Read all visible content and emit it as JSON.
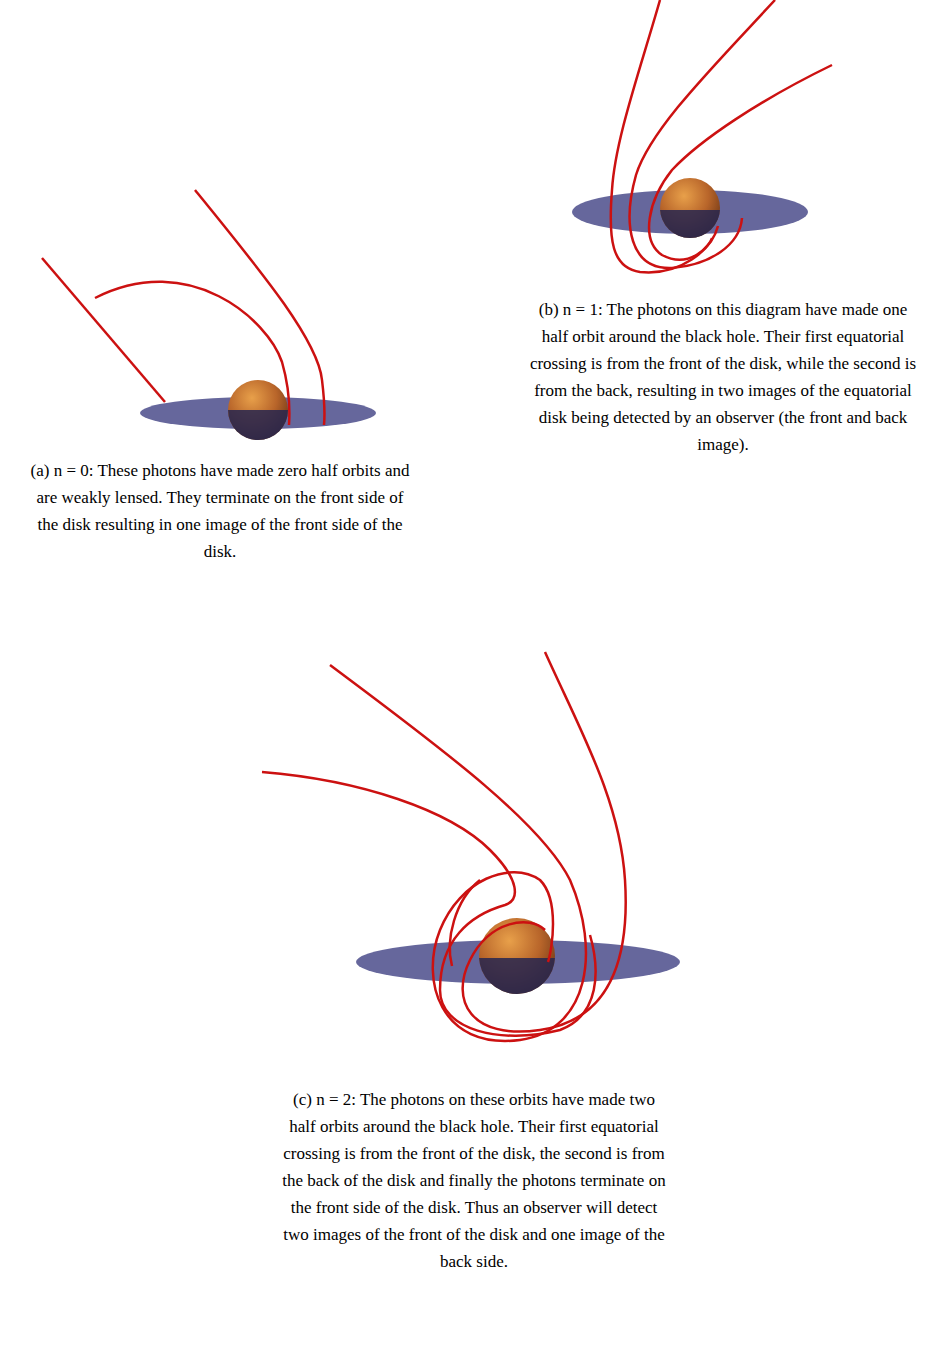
{
  "diagram": {
    "labels": [
      "(a) n = 0: These photons have made zero half orbits and are weakly lensed. They terminate on the front side of the disk resulting in one image of the front side of the disk.",
      "(b) n = 1: The photons on this diagram have made one half orbit around the black hole. Their first equatorial crossing is from the front of the disk, while the second is from the back, resulting in two images of the equatorial disk being detected by an observer (the front and back image).",
      "(c) n = 2: The photons on these orbits have made two half orbits around the black hole. Their first equatorial crossing is from the front of the disk, the second is from the back of the disk and finally the photons terminate on the front side of the disk. Thus an observer will detect two images of the front of the disk and one image of the back side."
    ]
  }
}
